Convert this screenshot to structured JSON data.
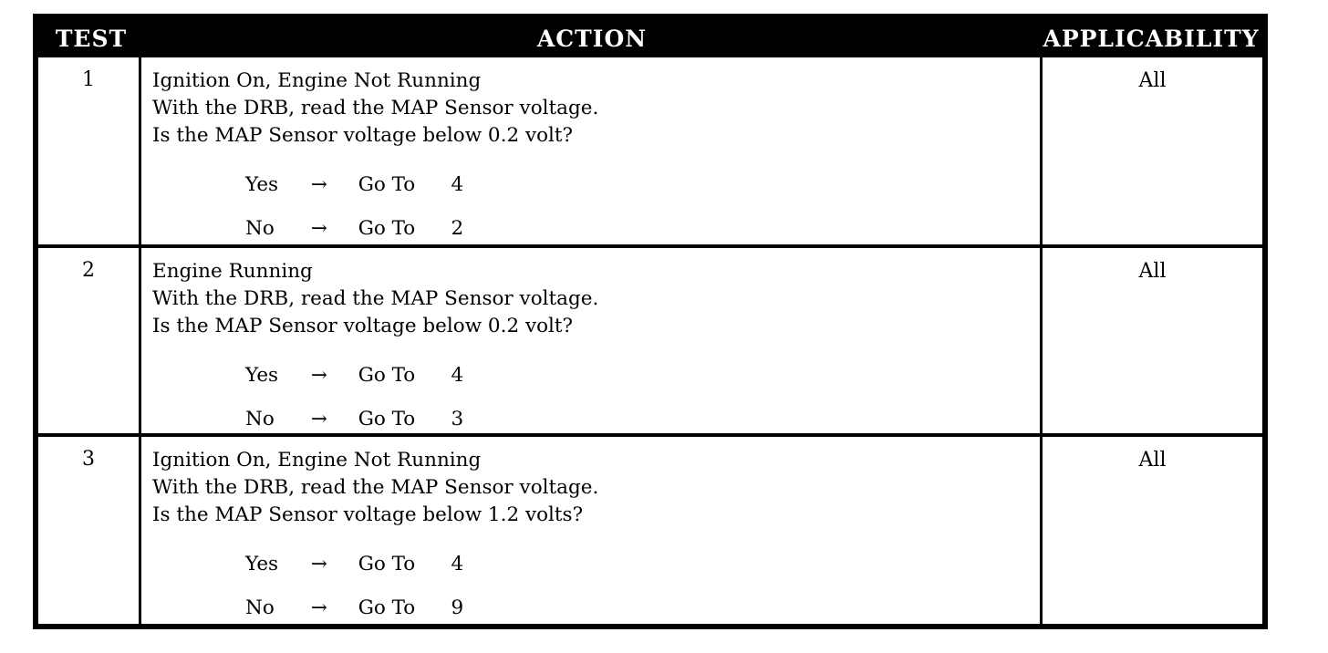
{
  "colors": {
    "page_bg": "#ffffff",
    "header_bg": "#000000",
    "header_text": "#ffffff",
    "body_text": "#000000",
    "border": "#000000"
  },
  "table": {
    "headers": {
      "test": "TEST",
      "action": "ACTION",
      "applicability": "APPLICABILITY"
    },
    "rows": [
      {
        "test": "1",
        "action_lines": [
          "Ignition On, Engine Not Running",
          "With the DRB, read the MAP Sensor voltage.",
          "Is the MAP Sensor voltage below 0.2 volt?"
        ],
        "branches": [
          {
            "answer": "Yes",
            "arrow": "→",
            "verb": "Go To",
            "target": "4"
          },
          {
            "answer": "No",
            "arrow": "→",
            "verb": "Go To",
            "target": "2"
          }
        ],
        "applicability": "All"
      },
      {
        "test": "2",
        "action_lines": [
          "Engine Running",
          "With the DRB, read the MAP Sensor voltage.",
          "Is the MAP Sensor voltage below 0.2 volt?"
        ],
        "branches": [
          {
            "answer": "Yes",
            "arrow": "→",
            "verb": "Go To",
            "target": "4"
          },
          {
            "answer": "No",
            "arrow": "→",
            "verb": "Go To",
            "target": "3"
          }
        ],
        "applicability": "All"
      },
      {
        "test": "3",
        "action_lines": [
          "Ignition On, Engine Not Running",
          "With the DRB, read the MAP Sensor voltage.",
          "Is the MAP Sensor voltage below 1.2 volts?"
        ],
        "branches": [
          {
            "answer": "Yes",
            "arrow": "→",
            "verb": "Go To",
            "target": "4"
          },
          {
            "answer": "No",
            "arrow": "→",
            "verb": "Go To",
            "target": "9"
          }
        ],
        "applicability": "All"
      }
    ]
  }
}
